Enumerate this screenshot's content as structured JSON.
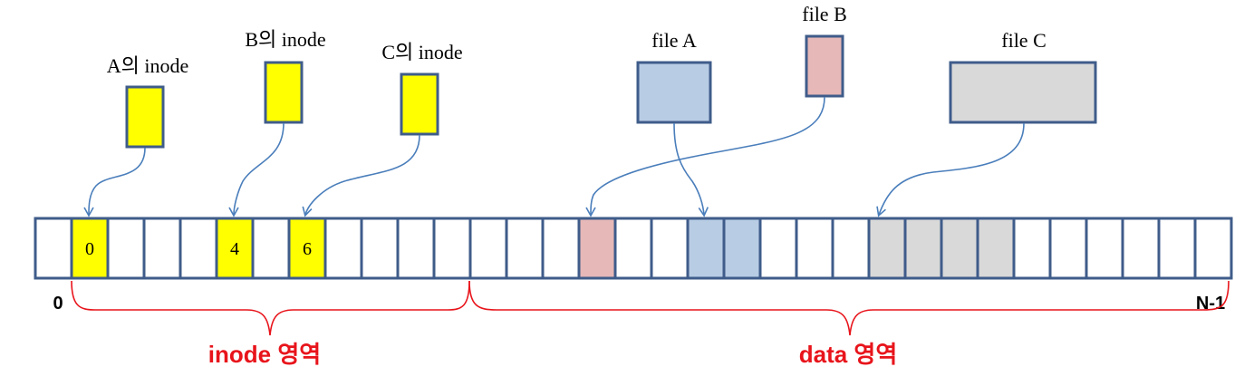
{
  "inode_labels": {
    "a": "A의 inode",
    "b": "B의 inode",
    "c": "C의 inode"
  },
  "file_labels": {
    "a": "file A",
    "b": "file B",
    "c": "file C"
  },
  "disk": {
    "start_label": "0",
    "end_label": "N-1",
    "block_count": 33,
    "highlighted_blocks": [
      {
        "index": 1,
        "number": "0",
        "color": "#ffff00"
      },
      {
        "index": 5,
        "number": "4",
        "color": "#ffff00"
      },
      {
        "index": 7,
        "number": "6",
        "color": "#ffff00"
      },
      {
        "index": 15,
        "number": "",
        "color": "#e6b8b7"
      },
      {
        "index": 18,
        "number": "",
        "color": "#b8cce4"
      },
      {
        "index": 19,
        "number": "",
        "color": "#b8cce4"
      },
      {
        "index": 23,
        "number": "",
        "color": "#d9d9d9"
      },
      {
        "index": 24,
        "number": "",
        "color": "#d9d9d9"
      },
      {
        "index": 25,
        "number": "",
        "color": "#d9d9d9"
      },
      {
        "index": 26,
        "number": "",
        "color": "#d9d9d9"
      }
    ]
  },
  "regions": {
    "inode": "inode 영역",
    "data": "data 영역"
  },
  "colors": {
    "border": "#3f5c8a",
    "inode_fill": "#ffff00",
    "file_a_fill": "#b8cce4",
    "file_b_fill": "#e6b8b7",
    "file_c_fill": "#d9d9d9",
    "arrow": "#4a7ebb",
    "brace": "#e8141b"
  }
}
